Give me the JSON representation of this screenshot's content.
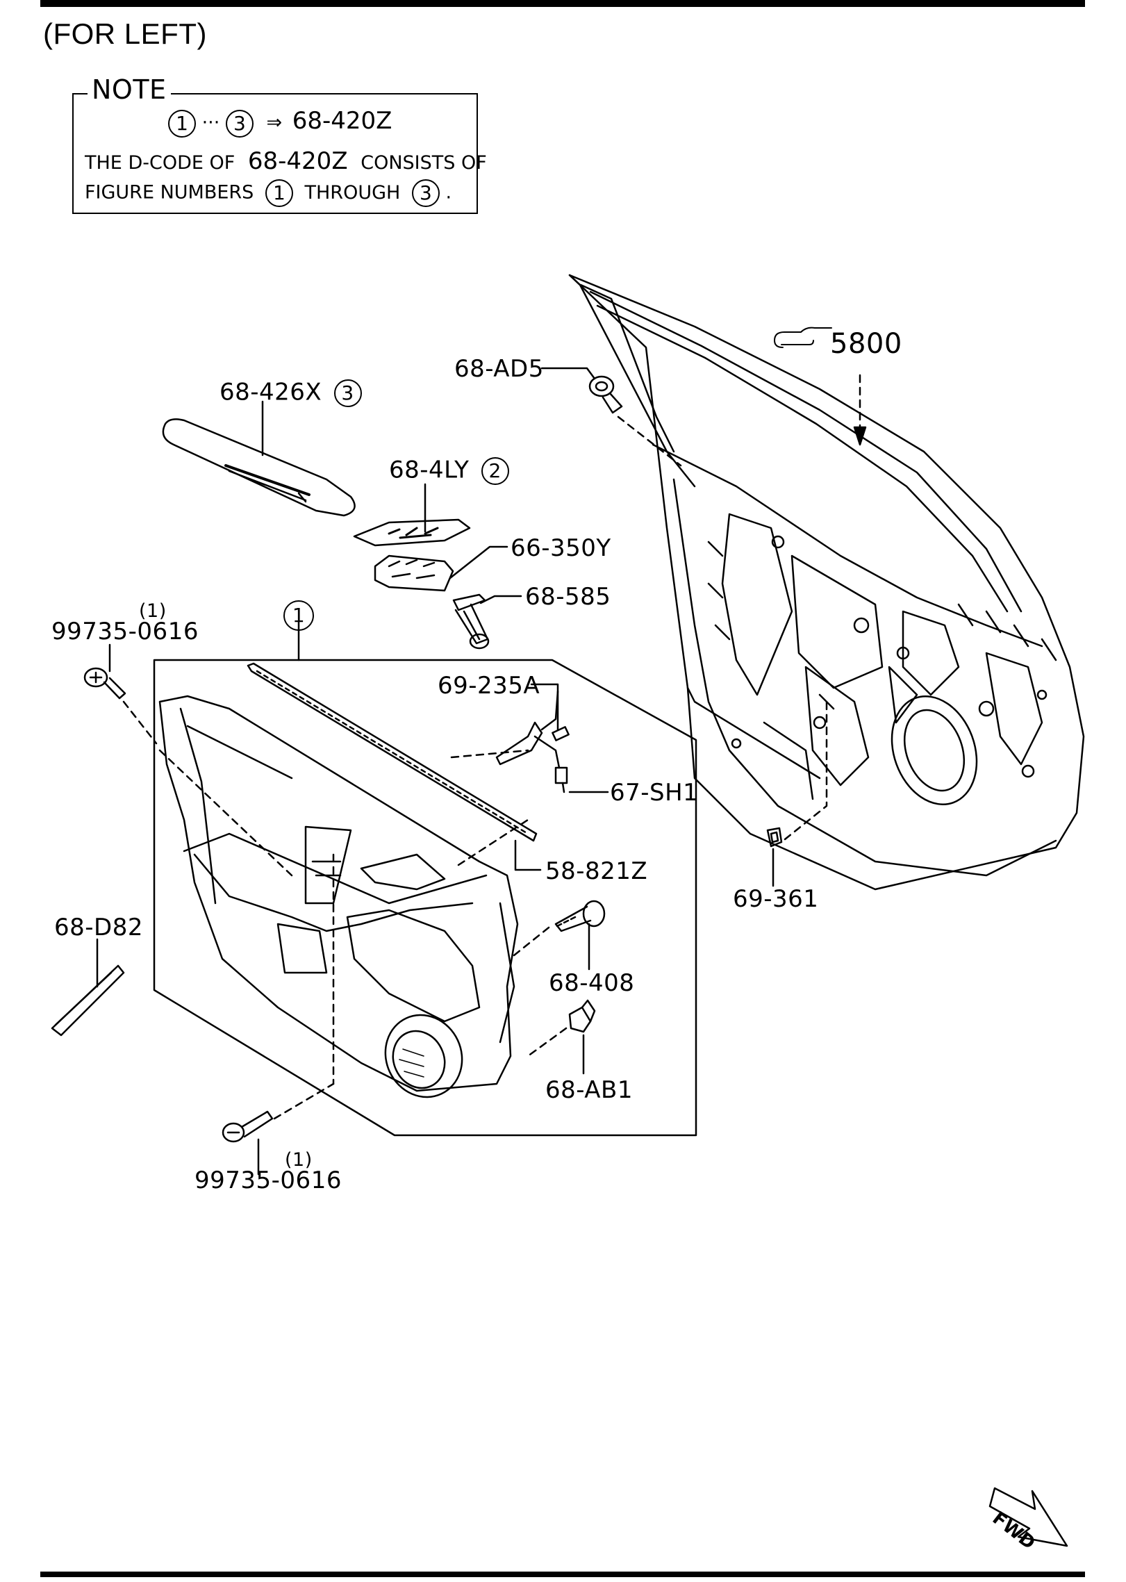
{
  "header": {
    "title": "(FOR LEFT)"
  },
  "note": {
    "heading": "NOTE",
    "range_from": "1",
    "range_sep": "···",
    "range_to": "3",
    "arrow": "⇒",
    "code": "68-420Z",
    "line2_a": "THE D-CODE OF",
    "line2_code": "68-420Z",
    "line2_b": "CONSISTS OF",
    "line3_a": "FIGURE NUMBERS",
    "line3_from": "1",
    "line3_mid": "THROUGH",
    "line3_to": "3",
    "line3_end": "."
  },
  "callouts": {
    "ref_5800": "5800",
    "p68_426x": "68-426X",
    "p68_426x_fig": "3",
    "p68_4ly": "68-4LY",
    "p68_4ly_fig": "2",
    "p68_ad5": "68-AD5",
    "p66_350y": "66-350Y",
    "p68_585": "68-585",
    "fig1": "1",
    "p99735_top": "99735-0616",
    "p99735_top_qty": "(1)",
    "p69_235a": "69-235A",
    "p67_sh1": "67-SH1",
    "p58_821z": "58-821Z",
    "p68_d82": "68-D82",
    "p68_408": "68-408",
    "p68_ab1": "68-AB1",
    "p99735_bot": "99735-0616",
    "p99735_bot_qty": "(1)",
    "p69_361": "69-361",
    "fwd": "FWD"
  },
  "colors": {
    "line": "#000000",
    "background": "#ffffff"
  }
}
